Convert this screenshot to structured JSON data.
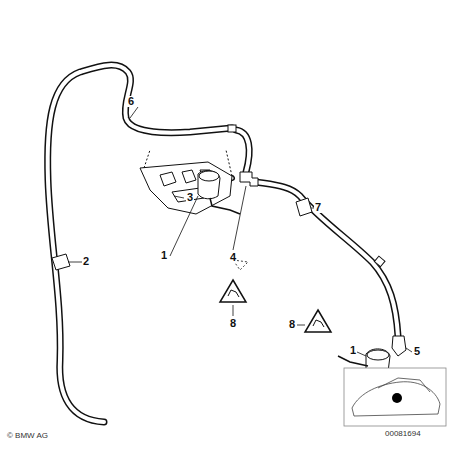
{
  "diagram": {
    "labels": [
      "6",
      "2",
      "3",
      "1",
      "4",
      "7",
      "8",
      "8",
      "1",
      "5",
      "© BMW AG",
      "00081694"
    ]
  }
}
